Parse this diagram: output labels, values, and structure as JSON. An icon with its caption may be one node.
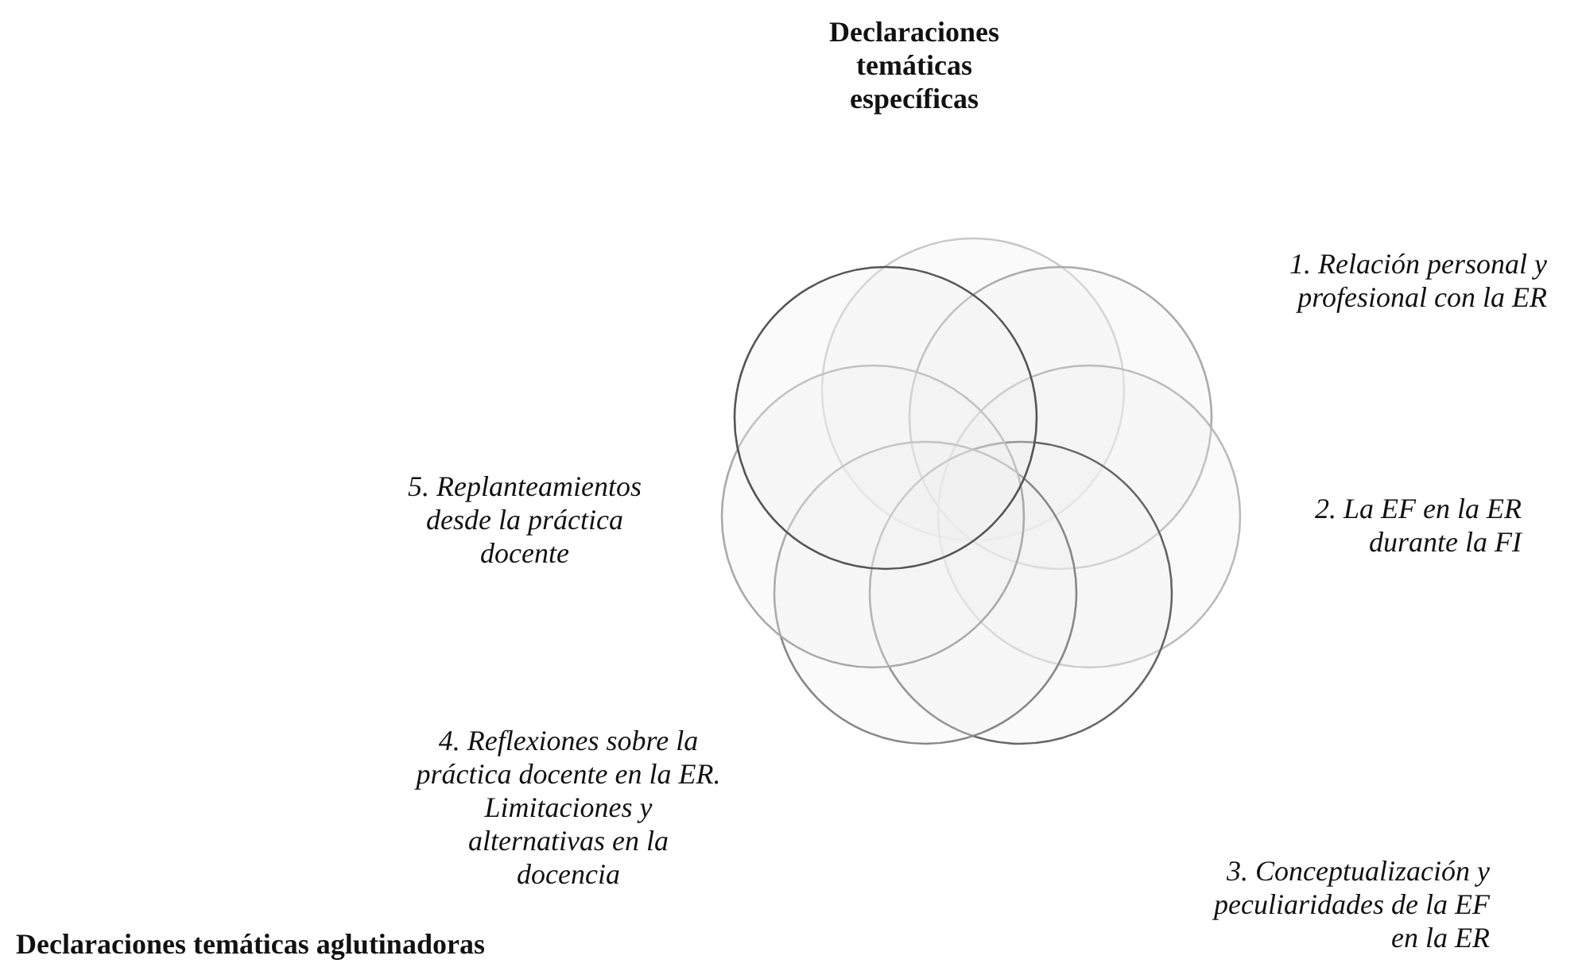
{
  "diagram": {
    "title": "Declaraciones temáticas específicas",
    "labels": [
      "1. Relación personal y profesional con la ER",
      "2. La EF en la ER durante la FI",
      "3. Conceptualización y peculiaridades de la EF en la ER",
      "4. Reflexiones sobre la práctica docente en la ER. Limitaciones y alternativas en la docencia",
      "5. Replanteamientos desde la práctica docente",
      "Declaraciones temáticas aglutinadoras"
    ]
  }
}
